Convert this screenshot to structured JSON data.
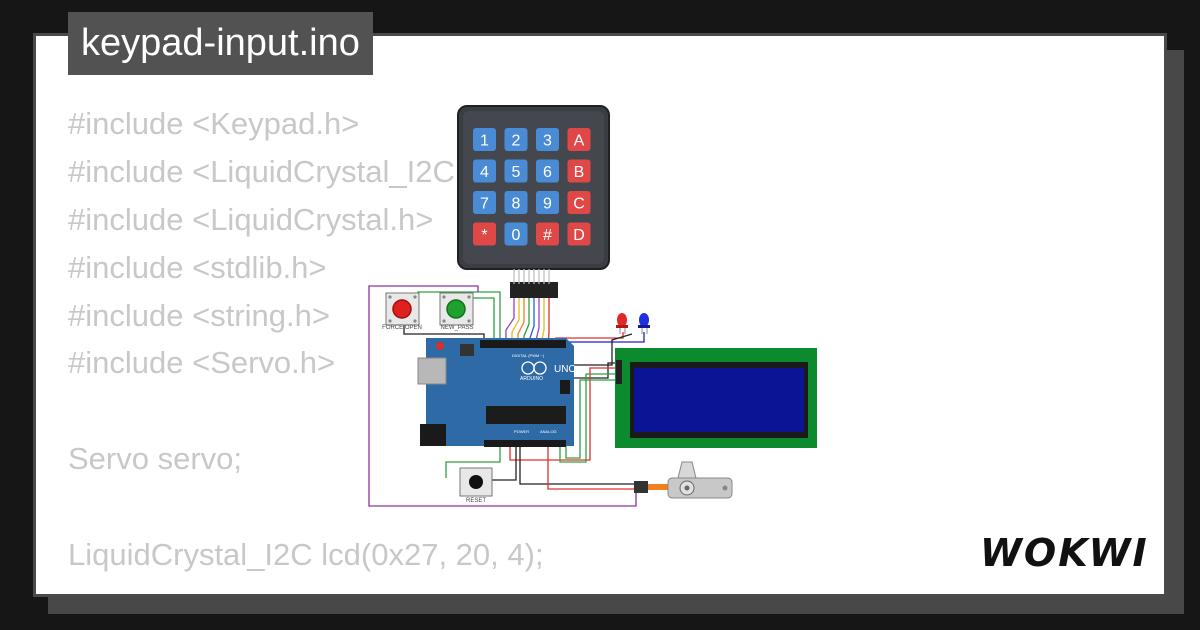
{
  "filename": "keypad-input.ino",
  "code_lines": [
    "#include <Keypad.h>",
    "#include <LiquidCrystal_I2C.h>",
    "#include <LiquidCrystal.h>",
    "#include <stdlib.h>",
    "#include <string.h>",
    "#include <Servo.h>",
    "",
    "Servo servo;",
    "",
    "LiquidCrystal_I2C lcd(0x27, 20, 4);"
  ],
  "keypad": {
    "keys": [
      [
        "1",
        "2",
        "3",
        "A"
      ],
      [
        "4",
        "5",
        "6",
        "B"
      ],
      [
        "7",
        "8",
        "9",
        "C"
      ],
      [
        "*",
        "0",
        "#",
        "D"
      ]
    ],
    "digit_color": "#4a8bd6",
    "function_color": "#e04848"
  },
  "buttons": {
    "force_open_label": "FORCE OPEN",
    "new_pass_label": "NEW_PASS",
    "reset_label": "RESET"
  },
  "board": {
    "model": "UNO",
    "brand": "ARDUINO",
    "digital_label": "DIGITAL (PWM ~)",
    "power_label": "POWER",
    "analog_label": "ANALOG",
    "color": "#2e6aa6"
  },
  "lcd": {
    "screen_color": "#0a1494",
    "pcb_color": "#0c8a2e"
  },
  "brand": {
    "name": "WOKWI"
  },
  "colors": {
    "background": "#161616",
    "tag_bg": "#525252",
    "code_text": "#c8c8c8"
  }
}
